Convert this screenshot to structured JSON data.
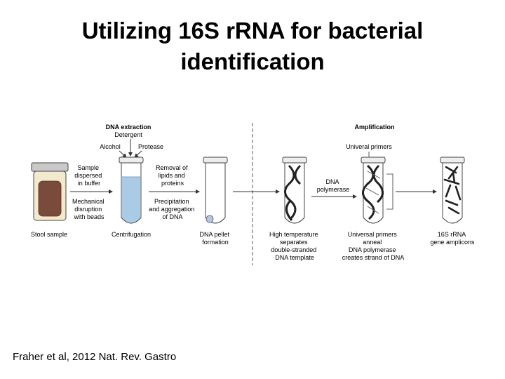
{
  "slide": {
    "title_line1": "Utilizing 16S rRNA for bacterial",
    "title_line2": "identification",
    "citation": "Fraher et al, 2012 Nat. Rev. Gastro"
  },
  "figure": {
    "dna_extraction_header": "DNA extraction",
    "amplification_header": "Amplification",
    "detergent": "Detergent",
    "alcohol": "Alcohol",
    "protease": "Protease",
    "sample_dispersed": [
      "Sample",
      "dispersed",
      "in buffer"
    ],
    "mechanical_disruption": [
      "Mechanical",
      "disruption",
      "with beads"
    ],
    "removal_lipids": [
      "Removal of",
      "lipids and",
      "proteins"
    ],
    "precipitation": [
      "Precipitation",
      "and aggregation",
      "of DNA"
    ],
    "dna_polymerase": [
      "DNA",
      "polymerase"
    ],
    "universal_primers_top": "Univeral primers",
    "stool_sample": "Stool sample",
    "centrifugation": "Centrifugation",
    "dna_pellet": [
      "DNA pellet",
      "formation"
    ],
    "high_temp": [
      "High temperature",
      "separates",
      "double-stranded",
      "DNA template"
    ],
    "primers_anneal": [
      "Universal primers",
      "anneal",
      "DNA polymerase",
      "creates strand of DNA"
    ],
    "amplicons": [
      "16S rRNA",
      "gene amplicons"
    ]
  },
  "colors": {
    "stool": "#7a4a3a",
    "buffer": "#a9cbe6",
    "jar": "#f3e9cf",
    "lid": "#c9c9c9"
  }
}
